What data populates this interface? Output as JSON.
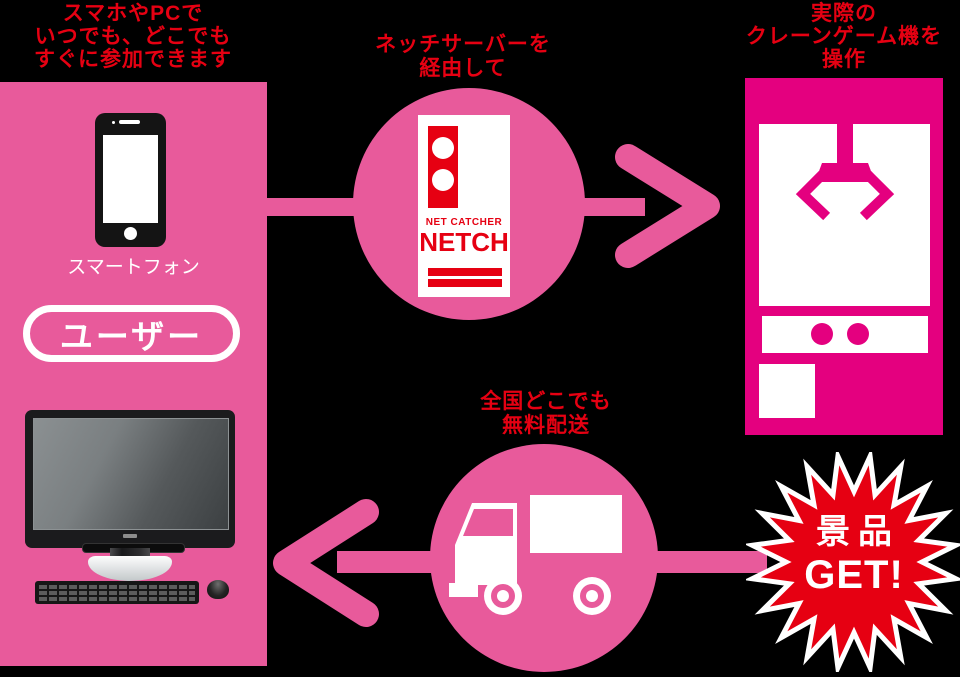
{
  "colors": {
    "pink": "#e85a9b",
    "magenta": "#e4007f",
    "red": "#e60012",
    "white": "#ffffff",
    "background": "#000000"
  },
  "captions": {
    "user": "スマホやPCで\nいつでも、どこでも\nすぐに参加できます",
    "server": "ネッチサーバーを\n経由して",
    "machine": "実際の\nクレーンゲーム機を\n操作",
    "delivery": "全国どこでも\n無料配送"
  },
  "user_panel": {
    "device_label": "スマートフォン",
    "role_label": "ユーザー"
  },
  "server_card": {
    "brand_small": "NET CATCHER",
    "brand_large": "NETCH"
  },
  "prize_burst": {
    "line1": "景品",
    "line2": "GET!"
  }
}
